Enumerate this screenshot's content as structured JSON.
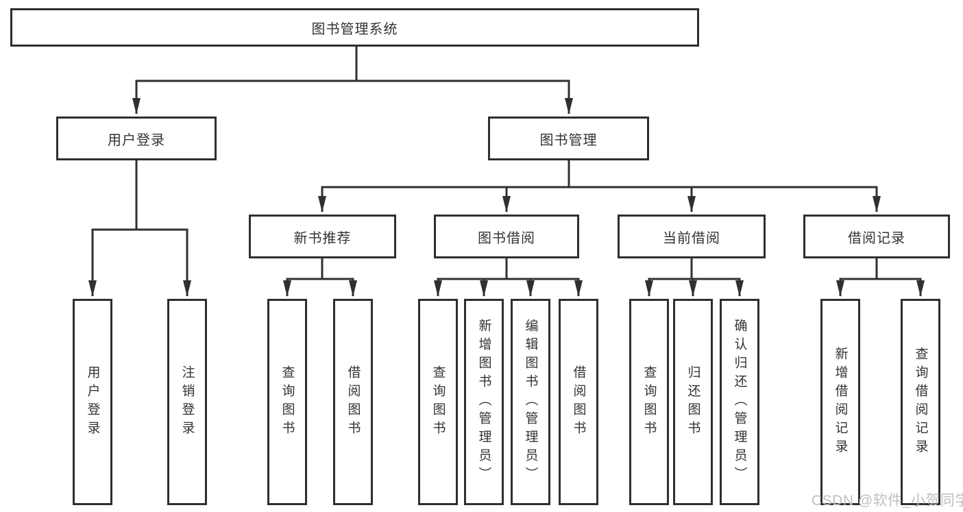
{
  "tree": {
    "root": {
      "label": "图书管理系统"
    },
    "branches": [
      {
        "label": "用户登录",
        "leaves": [
          "用户登录",
          "注销登录"
        ]
      },
      {
        "label": "图书管理",
        "groups": [
          {
            "label": "新书推荐",
            "leaves": [
              "查询图书",
              "借阅图书"
            ]
          },
          {
            "label": "图书借阅",
            "leaves": [
              "查询图书",
              "新增图书（管理员）",
              "编辑图书（管理员）",
              "借阅图书"
            ]
          },
          {
            "label": "当前借阅",
            "leaves": [
              "查询图书",
              "归还图书",
              "确认归还（管理员）"
            ]
          },
          {
            "label": "借阅记录",
            "leaves": [
              "新增借阅记录",
              "查询借阅记录"
            ]
          }
        ]
      }
    ]
  },
  "watermark": {
    "text": "CSDN @软件_小贺同学",
    "color": "#bfbfc3"
  },
  "colors": {
    "line": "#303030",
    "box_border": "#2e2e2e",
    "text": "#333333",
    "background": "#ffffff"
  }
}
